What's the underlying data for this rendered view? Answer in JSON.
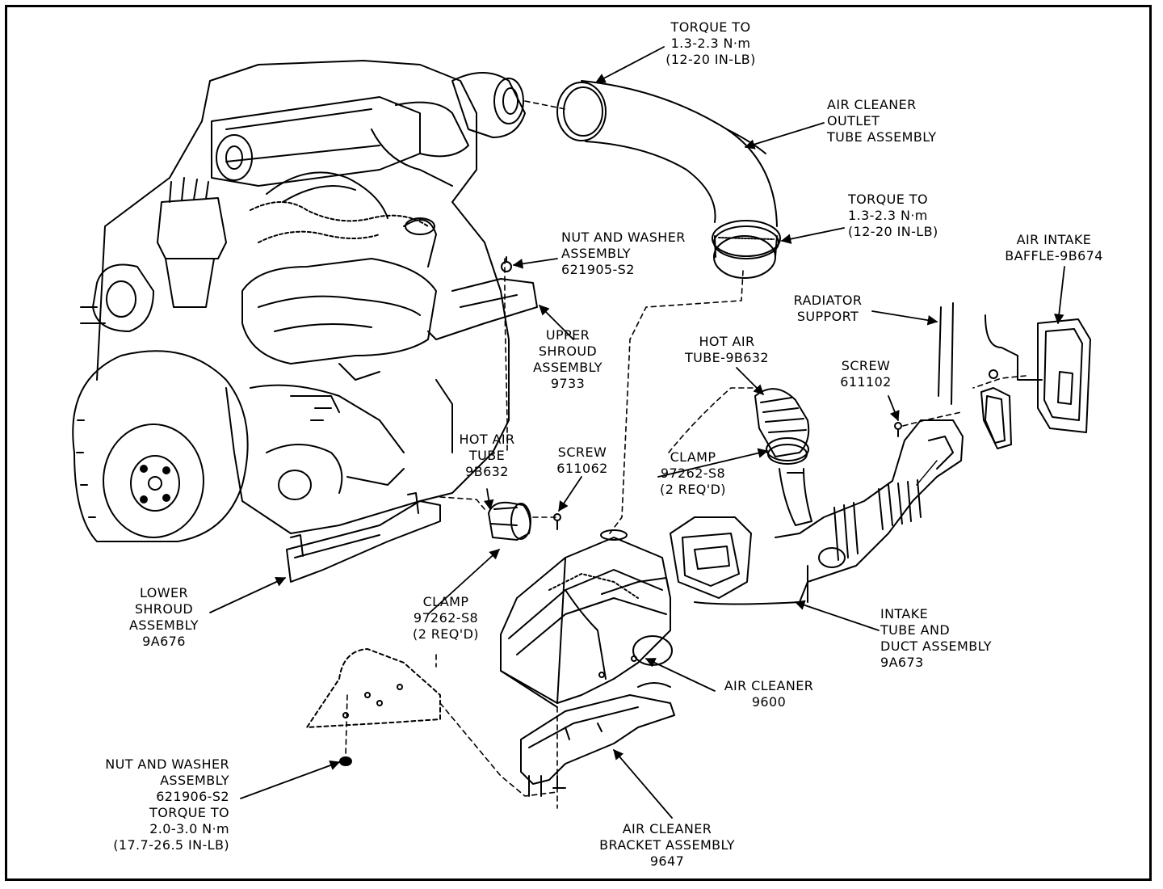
{
  "callouts": {
    "torque_top": [
      "TORQUE TO",
      "1.3-2.3 N·m",
      "(12-20 IN-LB)"
    ],
    "outlet_tube": [
      "AIR CLEANER",
      "OUTLET",
      "TUBE ASSEMBLY"
    ],
    "torque_mid": [
      "TORQUE TO",
      "1.3-2.3 N·m",
      "(12-20 IN-LB)"
    ],
    "nut_washer_top": [
      "NUT AND WASHER",
      "ASSEMBLY",
      "621905-S2"
    ],
    "intake_baffle": [
      "AIR INTAKE",
      "BAFFLE-9B674"
    ],
    "radiator_support": [
      "RADIATOR",
      "SUPPORT"
    ],
    "upper_shroud": [
      "UPPER",
      "SHROUD",
      "ASSEMBLY",
      "9733"
    ],
    "hot_air_right": [
      "HOT AIR",
      "TUBE-9B632"
    ],
    "screw_right": [
      "SCREW",
      "611102"
    ],
    "hot_air_left": [
      "HOT AIR",
      "TUBE",
      "9B632"
    ],
    "screw_mid": [
      "SCREW",
      "611062"
    ],
    "clamp_right": [
      "CLAMP",
      "97262-S8",
      "(2 REQ'D)"
    ],
    "lower_shroud": [
      "LOWER",
      "SHROUD",
      "ASSEMBLY",
      "9A676"
    ],
    "clamp_left": [
      "CLAMP",
      "97262-S8",
      "(2 REQ'D)"
    ],
    "intake_tube": [
      "INTAKE",
      "TUBE AND",
      "DUCT ASSEMBLY",
      "9A673"
    ],
    "air_cleaner": [
      "AIR CLEANER",
      "9600"
    ],
    "nut_washer_bottom": [
      "NUT AND WASHER",
      "ASSEMBLY",
      "621906-S2",
      "TORQUE TO",
      "2.0-3.0 N·m",
      "(17.7-26.5 IN-LB)"
    ],
    "bracket": [
      "AIR CLEANER",
      "BRACKET ASSEMBLY",
      "9647"
    ]
  },
  "colors": {
    "ink": "#000000",
    "paper": "#ffffff"
  },
  "icons": {
    "engine": "engine-assembly-drawing",
    "outlet_tube": "outlet-tube-drawing",
    "air_cleaner": "air-cleaner-box-drawing",
    "intake_duct": "intake-duct-drawing",
    "bracket": "bracket-drawing"
  }
}
